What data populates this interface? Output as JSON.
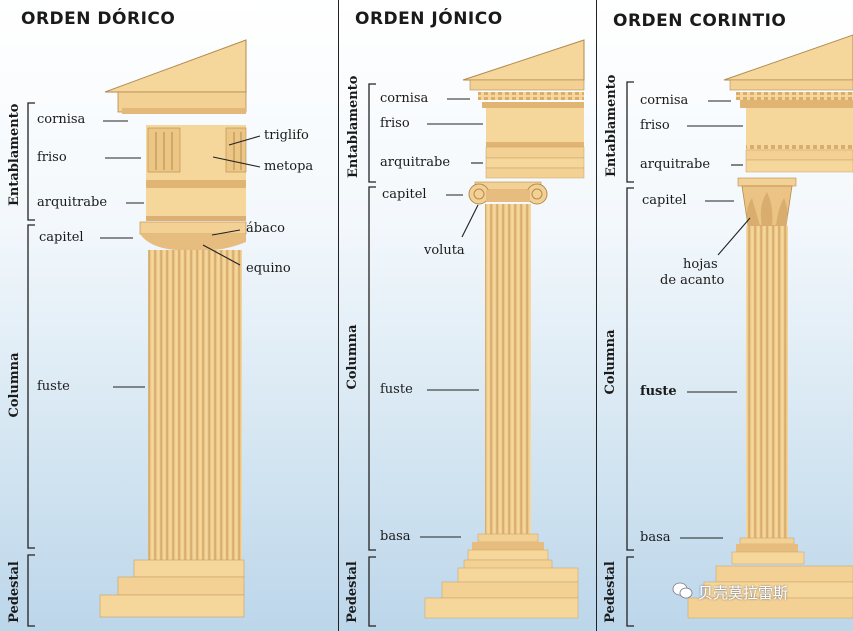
{
  "colors": {
    "stone": "#f6d79b",
    "stone_dark": "#e2b978",
    "stone_shadow": "#d4a768",
    "line": "#222222"
  },
  "doric": {
    "title": "ORDEN DÓRICO",
    "group_entablamento": "Entablamento",
    "group_columna": "Columna",
    "group_pedestal": "Pedestal",
    "cornisa": "cornisa",
    "friso": "friso",
    "arquitrabe": "arquitrabe",
    "capitel": "capitel",
    "fuste": "fuste",
    "triglifo": "triglifo",
    "metopa": "metopa",
    "abaco": "ábaco",
    "equino": "equino"
  },
  "ionic": {
    "title": "ORDEN JÓNICO",
    "group_entablamento": "Entablamento",
    "group_columna": "Columna",
    "group_pedestal": "Pedestal",
    "cornisa": "cornisa",
    "friso": "friso",
    "arquitrabe": "arquitrabe",
    "capitel": "capitel",
    "voluta": "voluta",
    "fuste": "fuste",
    "basa": "basa"
  },
  "corinthian": {
    "title": "ORDEN CORINTIO",
    "group_entablamento": "Entablamento",
    "group_columna": "Columna",
    "group_pedestal": "Pedestal",
    "cornisa": "cornisa",
    "friso": "friso",
    "arquitrabe": "arquitrabe",
    "capitel": "capitel",
    "hojas_1": "hojas",
    "hojas_2": "de acanto",
    "fuste": "fuste",
    "basa": "basa"
  },
  "watermark": {
    "icon": "wechat-icon",
    "text": "贝壳莫拉雷斯"
  }
}
